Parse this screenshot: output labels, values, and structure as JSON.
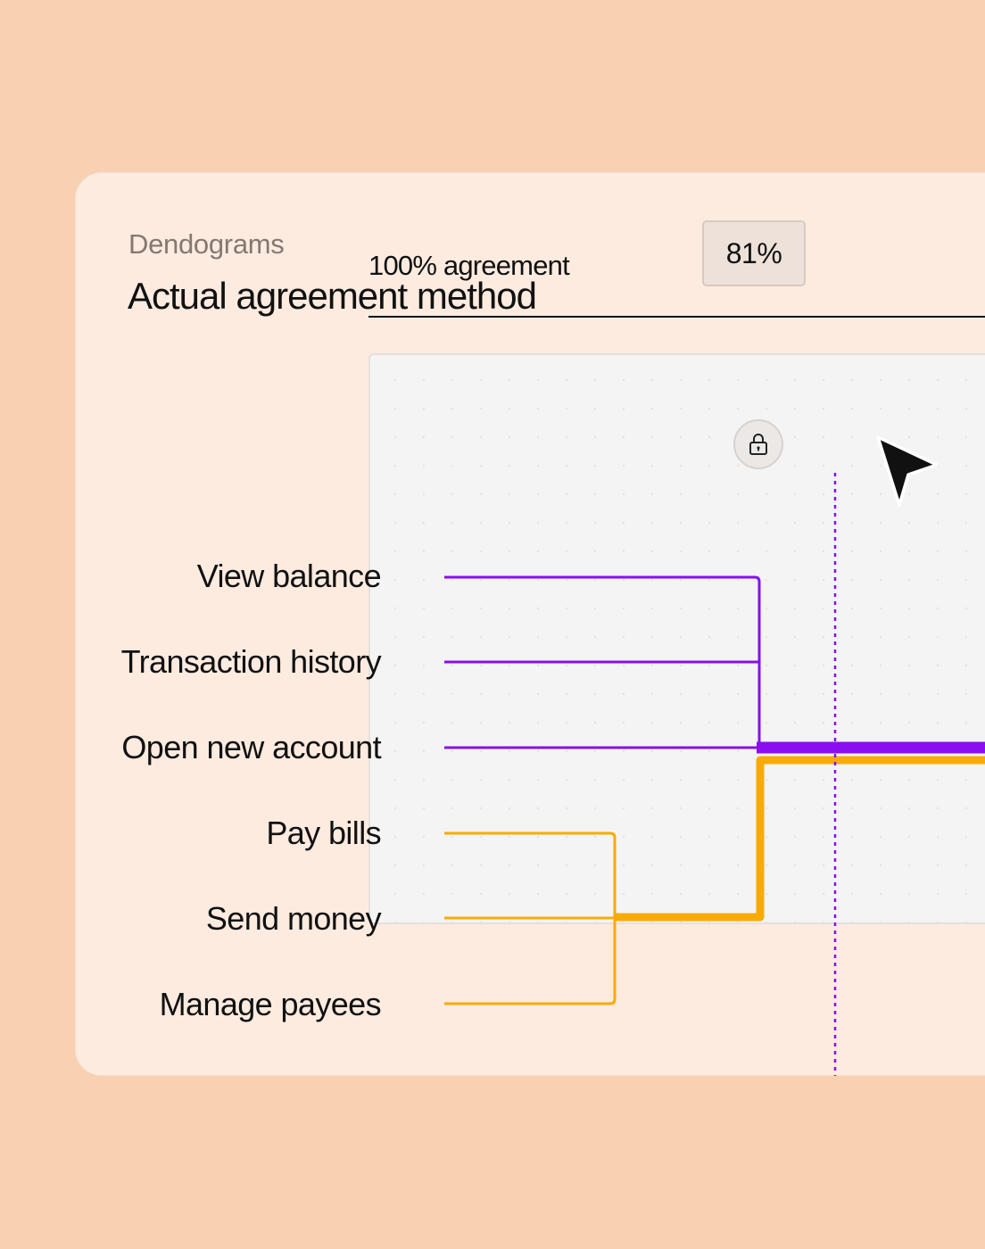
{
  "card": {
    "eyebrow": "Dendograms",
    "title": "Actual agreement method",
    "scale_label": "100% agreement",
    "threshold_label": "81%"
  },
  "leaves": [
    {
      "label": "View balance",
      "cluster": "purple"
    },
    {
      "label": "Transaction history",
      "cluster": "purple"
    },
    {
      "label": "Open new account",
      "cluster": "purple"
    },
    {
      "label": "Pay bills",
      "cluster": "orange"
    },
    {
      "label": "Send money",
      "cluster": "orange"
    },
    {
      "label": "Manage payees",
      "cluster": "orange"
    }
  ],
  "colors": {
    "background": "#f8d0b2",
    "card": "#fdebe0",
    "cluster_purple": "#8a0ef0",
    "cluster_orange": "#f8ab06",
    "threshold_line": "#8a0ef0"
  },
  "icons": {
    "lock": "lock-icon",
    "cursor": "cursor-arrow-icon"
  }
}
